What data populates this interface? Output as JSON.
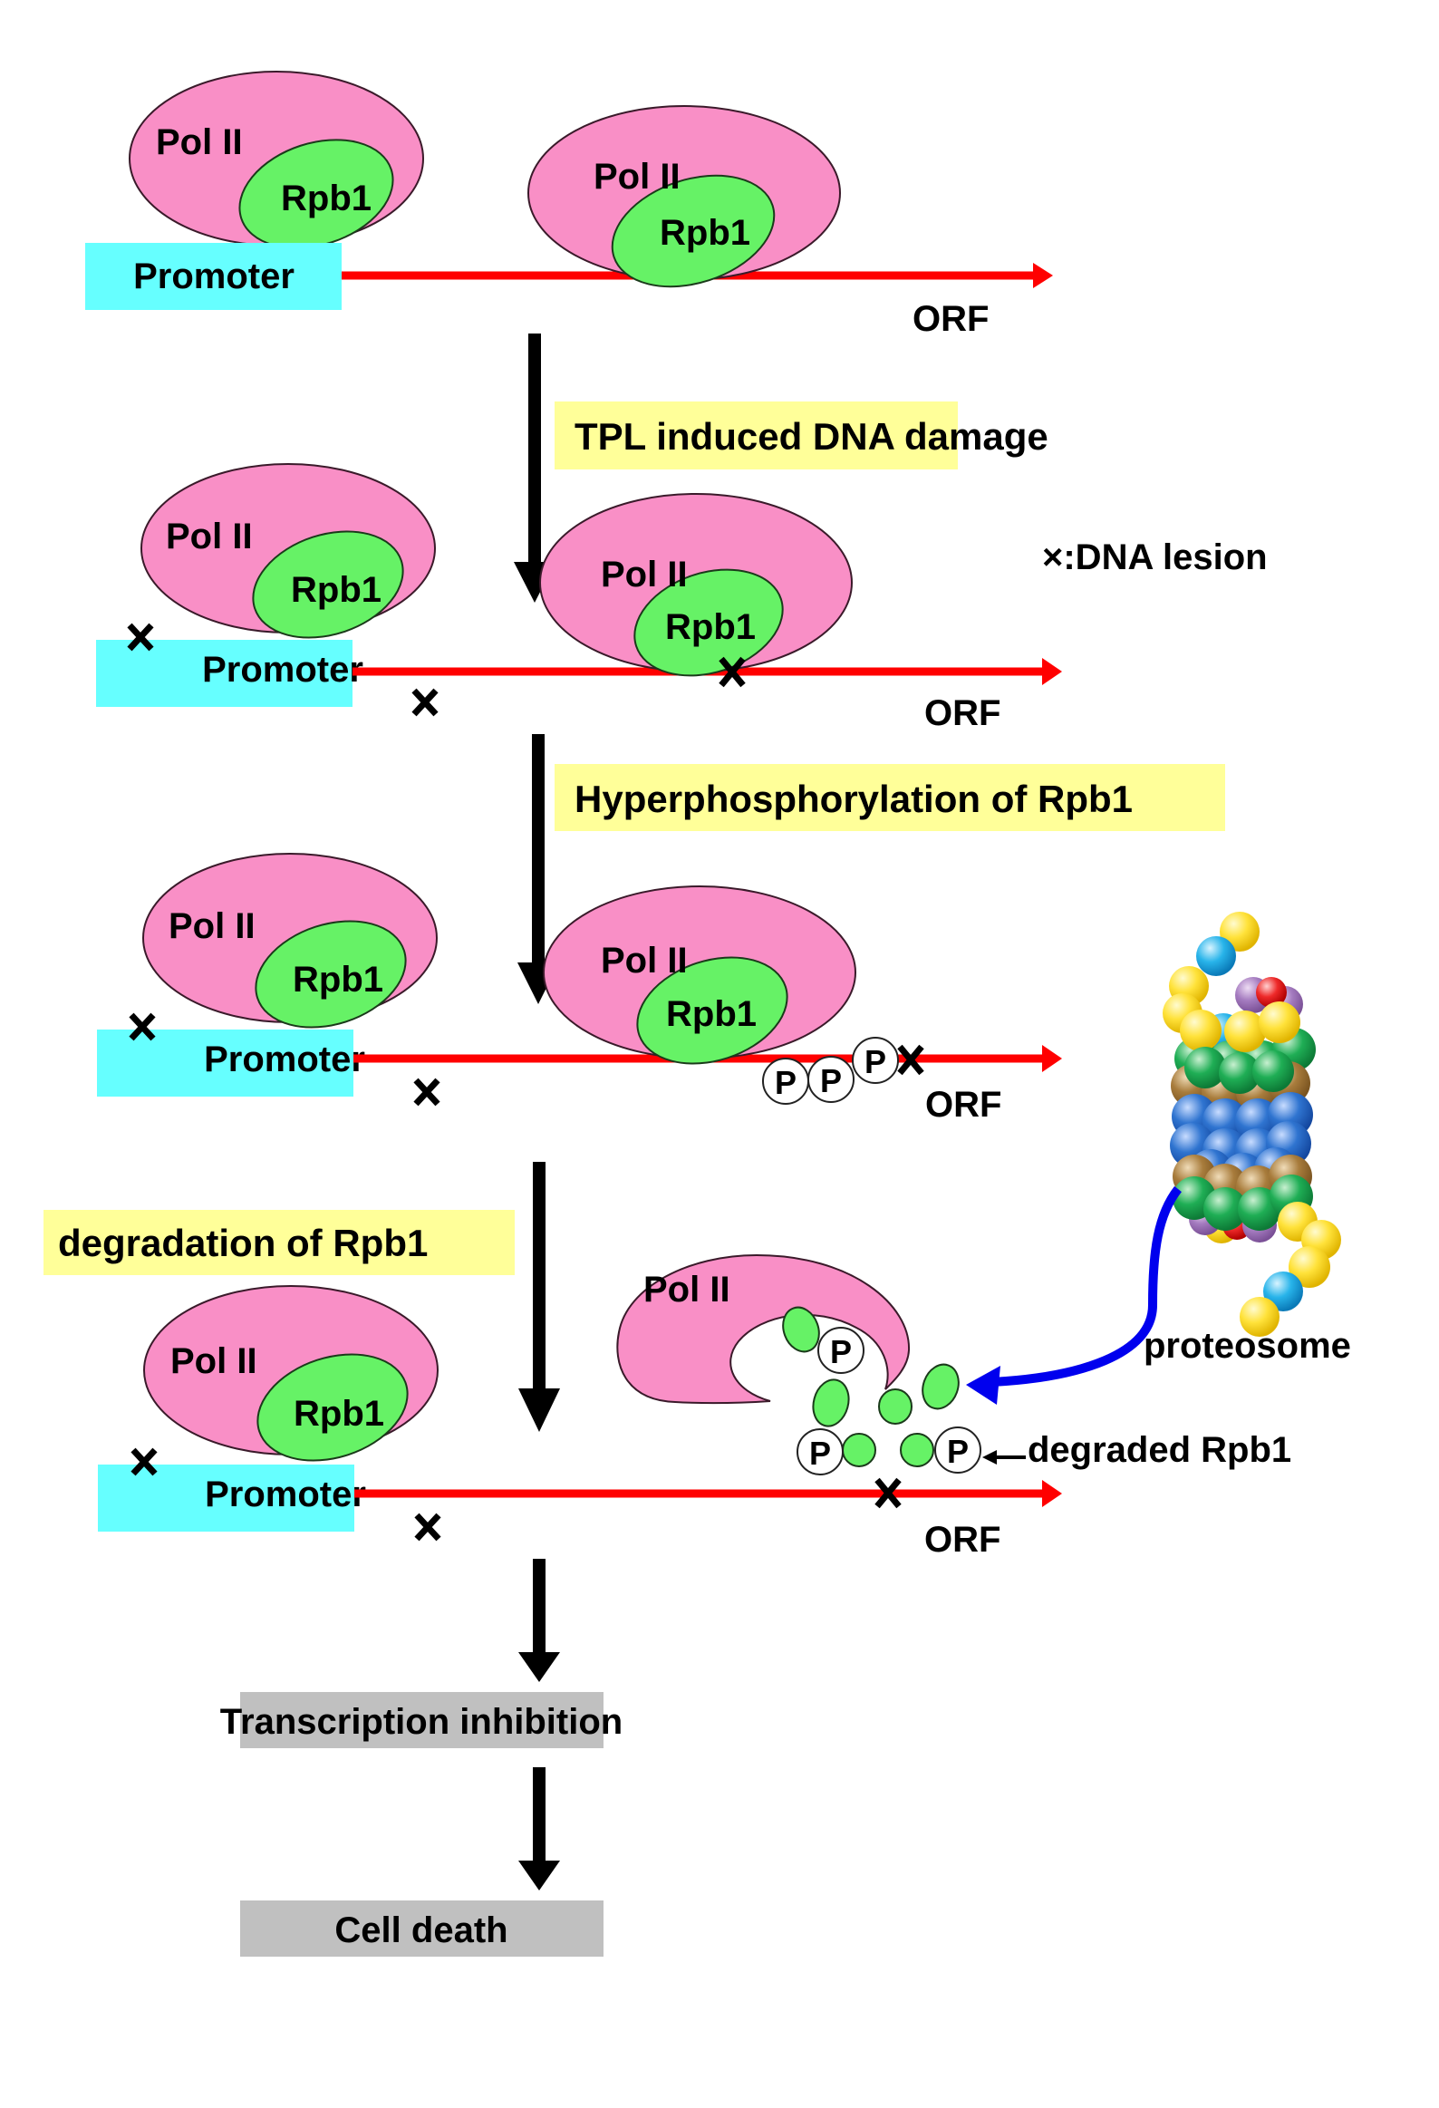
{
  "figure": {
    "labels": {
      "pol": "Pol II",
      "rpb1": "Rpb1",
      "promoter": "Promoter",
      "orf": "ORF",
      "phospho": "P",
      "legend_lesion": "×:DNA lesion",
      "proteasome": "proteosome",
      "degraded": "degraded Rpb1"
    },
    "steps": [
      {
        "label": "TPL induced DNA damage"
      },
      {
        "label": "Hyperphosphorylation of Rpb1"
      },
      {
        "label": "degradation of Rpb1"
      }
    ],
    "outcomes": [
      {
        "label": "Transcription inhibition"
      },
      {
        "label": "Cell death"
      }
    ],
    "colors": {
      "pol_ii": "#f98fc6",
      "rpb1": "#66f266",
      "promoter": "#66ffff",
      "dna": "#ff0000",
      "step_box": "#ffff99",
      "outcome_box": "#c0c0c0",
      "proteasome_arrow": "#0000ee"
    }
  }
}
